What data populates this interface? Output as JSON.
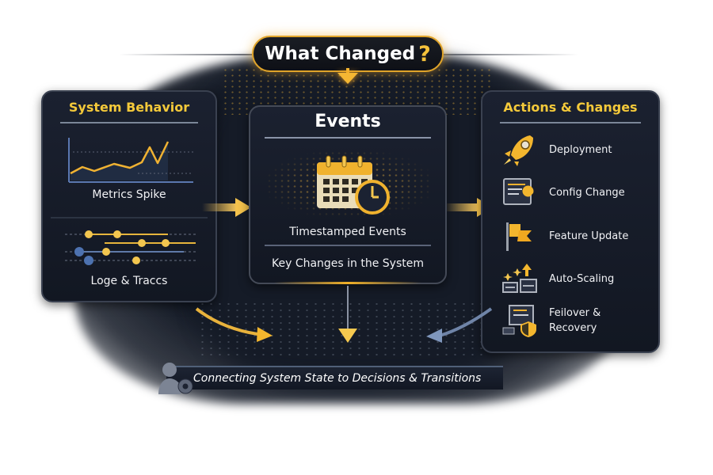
{
  "header": {
    "title": "What Changed",
    "title_mark": "?"
  },
  "panels": {
    "system_behavior": {
      "title": "System Behavior",
      "metrics_label": "Metrics Spike",
      "traces_label": "Loge & Traccs"
    },
    "events": {
      "title": "Events",
      "line1": "Timestamped Events",
      "line2": "Key Changes in the System"
    },
    "actions": {
      "title": "Actions & Changes",
      "items": [
        {
          "label": "Deployment",
          "icon": "rocket-icon"
        },
        {
          "label": "Config Change",
          "icon": "config-wrench-icon"
        },
        {
          "label": "Feature Update",
          "icon": "flag-icon"
        },
        {
          "label": "Auto-Scaling",
          "icon": "scaling-servers-icon"
        },
        {
          "label": "Feilover &",
          "label2": "Recovery",
          "icon": "shield-server-icon"
        }
      ]
    }
  },
  "footer": {
    "text": "Connecting System State to Decisions & Transitions",
    "icon": "user-gear-icon"
  },
  "colors": {
    "accent_gold": "#f4c93a",
    "arrow_blue": "#7f97bd",
    "panel_bg": "#161c29",
    "text": "#ffffff"
  }
}
